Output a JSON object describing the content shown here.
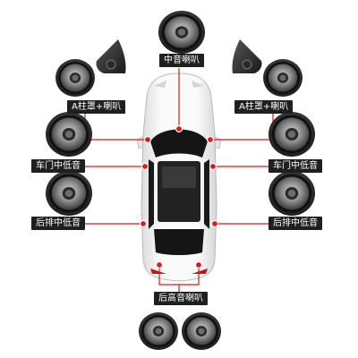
{
  "labels": {
    "mid_speaker": "中音喇叭",
    "a_pillar_left": "A柱罩+喇叭",
    "a_pillar_right": "A柱罩+喇叭",
    "front_door_left": "车门中低音",
    "front_door_right": "车门中低音",
    "rear_left": "后排中低音",
    "rear_right": "后排中低音",
    "rear_tweeter": "后高音喇叭"
  },
  "colors": {
    "accent": "#e01919",
    "label_bg": "#1f1f1f",
    "label_text": "#ffffff",
    "car_body": "#f4f4f4",
    "glass": "#151515"
  },
  "icons": {
    "speaker": "speaker-icon",
    "a_pillar": "a-pillar-cover-icon"
  }
}
